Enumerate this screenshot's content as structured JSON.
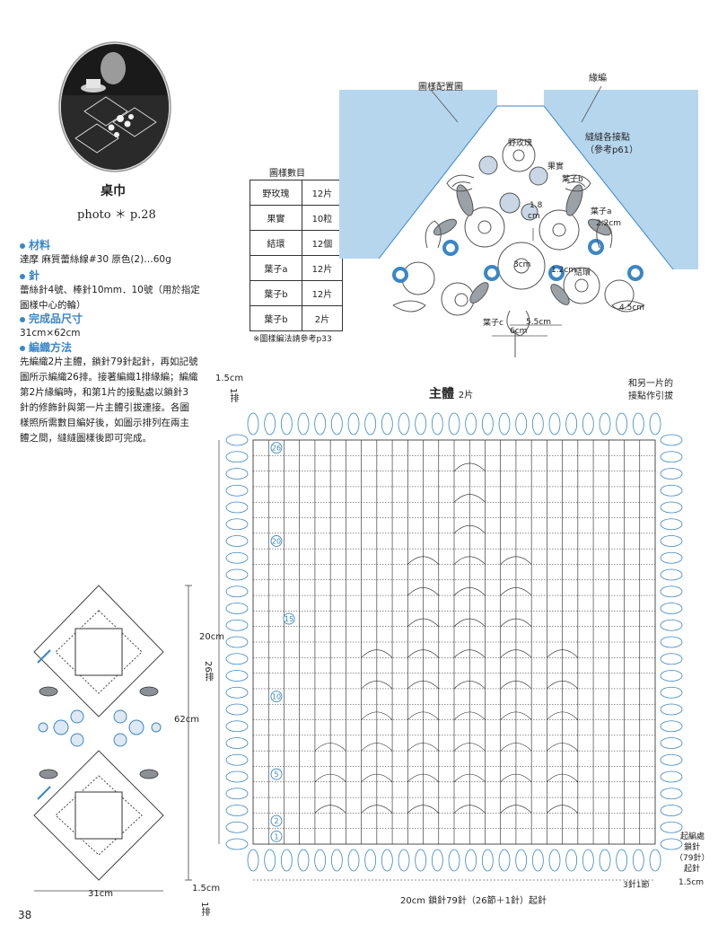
{
  "header": {
    "title": "桌巾",
    "photo_ref": "photo ＊ p.28"
  },
  "materials": {
    "head": "材料",
    "body": "達摩 麻質蕾絲線#30 原色(2)…60g"
  },
  "needles": {
    "head": "針",
    "body_1": "蕾絲針4號、棒針10mm．10號（用於指定",
    "body_2": "圖樣中心的輪）"
  },
  "size": {
    "head": "完成品尺寸",
    "body": "31cm×62cm"
  },
  "method": {
    "head": "編織方法",
    "lines": [
      "先編織2片主體，鎖針79針起針，再如記號",
      "圖所示編織26排。接著編織1排緣編；編織",
      "第2片緣編時，和第1片的接點處以鎖針3",
      "針的修飾針與第一片主體引拔連接。各圖",
      "樣照所需數目編好後，如圖示排列在兩主",
      "體之間，縫縫圖樣後即可完成。"
    ]
  },
  "motif_table": {
    "title": "圖樣數目",
    "rows": [
      {
        "name": "野玫瑰",
        "qty": "12片"
      },
      {
        "name": "果實",
        "qty": "10粒"
      },
      {
        "name": "結環",
        "qty": "12個"
      },
      {
        "name": "葉子a",
        "qty": "12片"
      },
      {
        "name": "葉子b",
        "qty": "12片"
      },
      {
        "name": "葉子b",
        "qty": "2片"
      }
    ],
    "note": "※圖樣編法請參考p33"
  },
  "layout_diagram": {
    "label_layout": "圖樣配置圖",
    "label_edge": "緣編",
    "label_join_1": "縫縫各接點",
    "label_join_2": "（參考p61）",
    "label_rose": "野玫瑰",
    "label_fruit": "果實",
    "label_leaf_b": "葉子b",
    "label_leaf_a": "葉子a",
    "label_leaf_c": "葉子c",
    "label_ring": "結環",
    "dim_18": "1.8",
    "dim_cm": "cm",
    "dim_22": "2.2cm",
    "dim_3": "3cm",
    "dim_12": "1.2cm",
    "dim_45": "4.5cm",
    "dim_55": "5.5cm",
    "dim_6": "6cm"
  },
  "main_chart": {
    "title": "主體",
    "count": "2片",
    "note_right_1": "和另一片的",
    "note_right_2": "接點作引拔",
    "dim_top_left": "1.5cm",
    "dim_top_left_rows": "1排",
    "dim_left": "20cm",
    "dim_left_rows": "26排",
    "row_numbers": [
      "26",
      "20",
      "15",
      "10",
      "5",
      "2",
      "1"
    ],
    "start_1": "起編處",
    "start_2": "鎖針",
    "start_3": "（79針）",
    "start_4": "起針",
    "pattern_note": "3針1節",
    "dim_bottom_right": "1.5cm",
    "dim_bottom_left": "1.5cm",
    "dim_bottom_left_rows": "1排",
    "dim_bottom": "20cm 鎖針79針（26節＋1針）起針"
  },
  "overview": {
    "dim_height": "62cm",
    "dim_width": "31cm"
  },
  "page_number": "38",
  "colors": {
    "accent": "#3a86c6",
    "sky": "#b6d6ee",
    "ink": "#222222"
  }
}
